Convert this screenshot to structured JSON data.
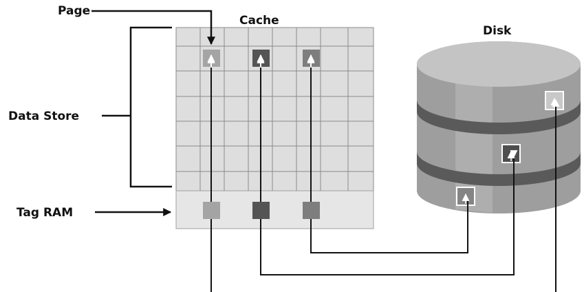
{
  "labels": {
    "page": "Page",
    "cache": "Cache",
    "disk": "Disk",
    "data_store": "Data Store",
    "tag_ram": "Tag RAM"
  },
  "colors": {
    "cache_grid_fill": "#dedede",
    "tag_ram_fill": "#e6e6e6",
    "grid_line": "#8a8a8a",
    "block_light": "#a4a4a4",
    "block_dark": "#545454",
    "block_mid": "#7e7e7e",
    "disk_top": "#c4c4c4",
    "disk_side": "#9e9e9e",
    "disk_band": "#5a5a5a",
    "connector": "#111111"
  }
}
